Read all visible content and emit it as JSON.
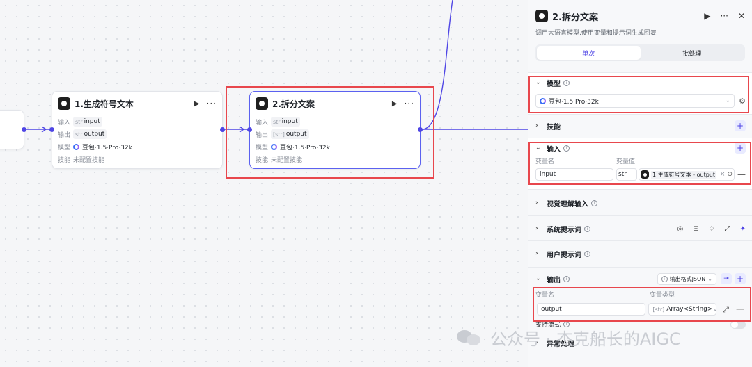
{
  "canvas": {
    "node1": {
      "title": "1.生成符号文本",
      "input_label": "输入",
      "input_type": "str",
      "input_name": "input",
      "output_label": "输出",
      "output_type": "str",
      "output_name": "output",
      "model_label": "模型",
      "model_name": "豆包·1.5·Pro·32k",
      "skill_label": "技能",
      "skill_value": "未配置技能"
    },
    "node2": {
      "title": "2.拆分文案",
      "input_label": "输入",
      "input_type": "str",
      "input_name": "input",
      "output_label": "输出",
      "output_type": "[str]",
      "output_name": "output",
      "model_label": "模型",
      "model_name": "豆包·1.5·Pro·32k",
      "skill_label": "技能",
      "skill_value": "未配置技能"
    },
    "icons": {
      "run": "▶",
      "more": "···"
    },
    "edge_color": "#4f46e5",
    "highlight_color": "#e8474d"
  },
  "panel": {
    "title": "2.拆分文案",
    "description": "调用大语言模型,使用变量和提示词生成回复",
    "icons": {
      "run": "▶",
      "more": "···",
      "close": "✕"
    },
    "tabs": [
      {
        "label": "单次",
        "active": true
      },
      {
        "label": "批处理",
        "active": false
      }
    ],
    "model": {
      "label": "模型",
      "selected": "豆包·1.5·Pro·32k"
    },
    "skills": {
      "label": "技能"
    },
    "inputs": {
      "label": "输入",
      "col_name": "变量名",
      "col_value": "变量值",
      "rows": [
        {
          "name": "input",
          "type": "str.",
          "ref": "1.生成符号文本 - output"
        }
      ]
    },
    "vision": {
      "label": "视觉理解输入"
    },
    "system_prompt": {
      "label": "系统提示词"
    },
    "user_prompt": {
      "label": "用户提示词"
    },
    "outputs": {
      "label": "输出",
      "format_label": "输出格式JSON",
      "col_name": "变量名",
      "col_type": "变量类型",
      "rows": [
        {
          "name": "output",
          "type_tag": "[str]",
          "type": "Array<String>"
        }
      ]
    },
    "streaming": {
      "label": "支持流式"
    },
    "exception": {
      "label": "异常处理"
    }
  },
  "watermark": {
    "text": "公众号 · 杰克船长的AIGC"
  }
}
